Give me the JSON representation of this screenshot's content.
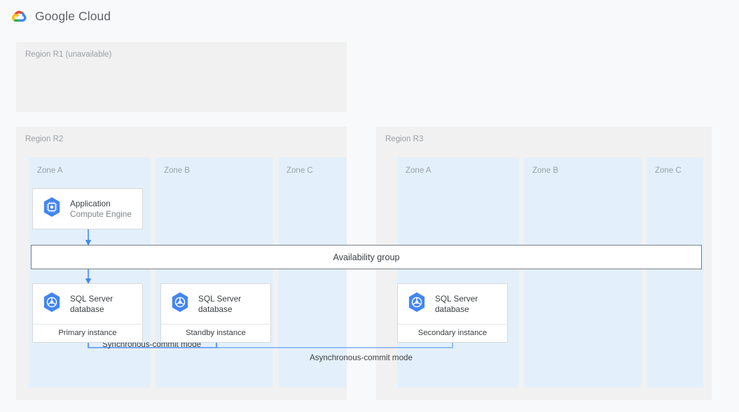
{
  "header": {
    "logo_icon": "google-cloud-logo",
    "wordmark": "Google Cloud"
  },
  "colors": {
    "accent_blue": "#4285f4",
    "icon_blue": "#4285f4",
    "zone_fill": "#e3f0fb",
    "region_fill": "#f1f1f1",
    "page_bg": "#f8f9fa",
    "muted_text": "#9aa0a6"
  },
  "regions": [
    {
      "id": "r1",
      "label": "Region R1 (unavailable)",
      "zones": []
    },
    {
      "id": "r2",
      "label": "Region R2",
      "zones": [
        {
          "id": "r2-za",
          "label": "Zone A"
        },
        {
          "id": "r2-zb",
          "label": "Zone B"
        },
        {
          "id": "r2-zc",
          "label": "Zone C"
        }
      ]
    },
    {
      "id": "r3",
      "label": "Region R3",
      "zones": [
        {
          "id": "r3-za",
          "label": "Zone A"
        },
        {
          "id": "r3-zb",
          "label": "Zone B"
        },
        {
          "id": "r3-zc",
          "label": "Zone C"
        }
      ]
    }
  ],
  "nodes": {
    "application": {
      "icon": "compute-engine-icon",
      "title": "Application",
      "subtitle": "Compute Engine"
    },
    "primary_db": {
      "icon": "sql-server-database-icon",
      "title": "SQL Server",
      "title2": "database",
      "footer": "Primary instance"
    },
    "standby_db": {
      "icon": "sql-server-database-icon",
      "title": "SQL Server",
      "title2": "database",
      "footer": "Standby instance"
    },
    "secondary_db": {
      "icon": "sql-server-database-icon",
      "title": "SQL Server",
      "title2": "database",
      "footer": "Secondary instance"
    }
  },
  "availability_group": {
    "label": "Availability group"
  },
  "edges": [
    {
      "id": "sync",
      "label": "Synchronous-commit mode"
    },
    {
      "id": "async",
      "label": "Asynchronous-commit mode"
    }
  ]
}
